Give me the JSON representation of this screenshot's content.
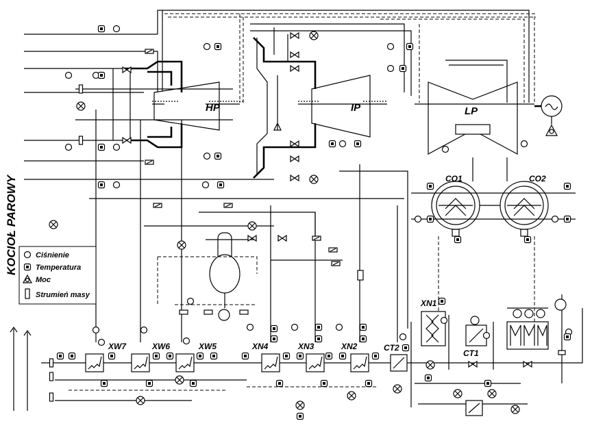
{
  "title": "KOCIOŁ PAROWY",
  "turbines": {
    "hp": "HP",
    "ip": "IP",
    "lp": "LP"
  },
  "condensers": {
    "co1": "CO1",
    "co2": "CO2"
  },
  "heaters": {
    "xw7": "XW7",
    "xw6": "XW6",
    "xw5": "XW5",
    "xn4": "XN4",
    "xn3": "XN3",
    "xn2": "XN2",
    "xn1": "XN1",
    "ct2": "CT2",
    "ct1": "CT1"
  },
  "legend": {
    "pressure": "Ciśnienie",
    "temperature": "Temperatura",
    "power": "Moc",
    "mass_flow": "Strumień masy"
  },
  "icons": {
    "pressure": "circle",
    "temperature": "rounded-square",
    "power": "triangle-circle",
    "mass_flow": "rectangle"
  },
  "colors": {
    "line": "#000000",
    "background": "#ffffff"
  }
}
